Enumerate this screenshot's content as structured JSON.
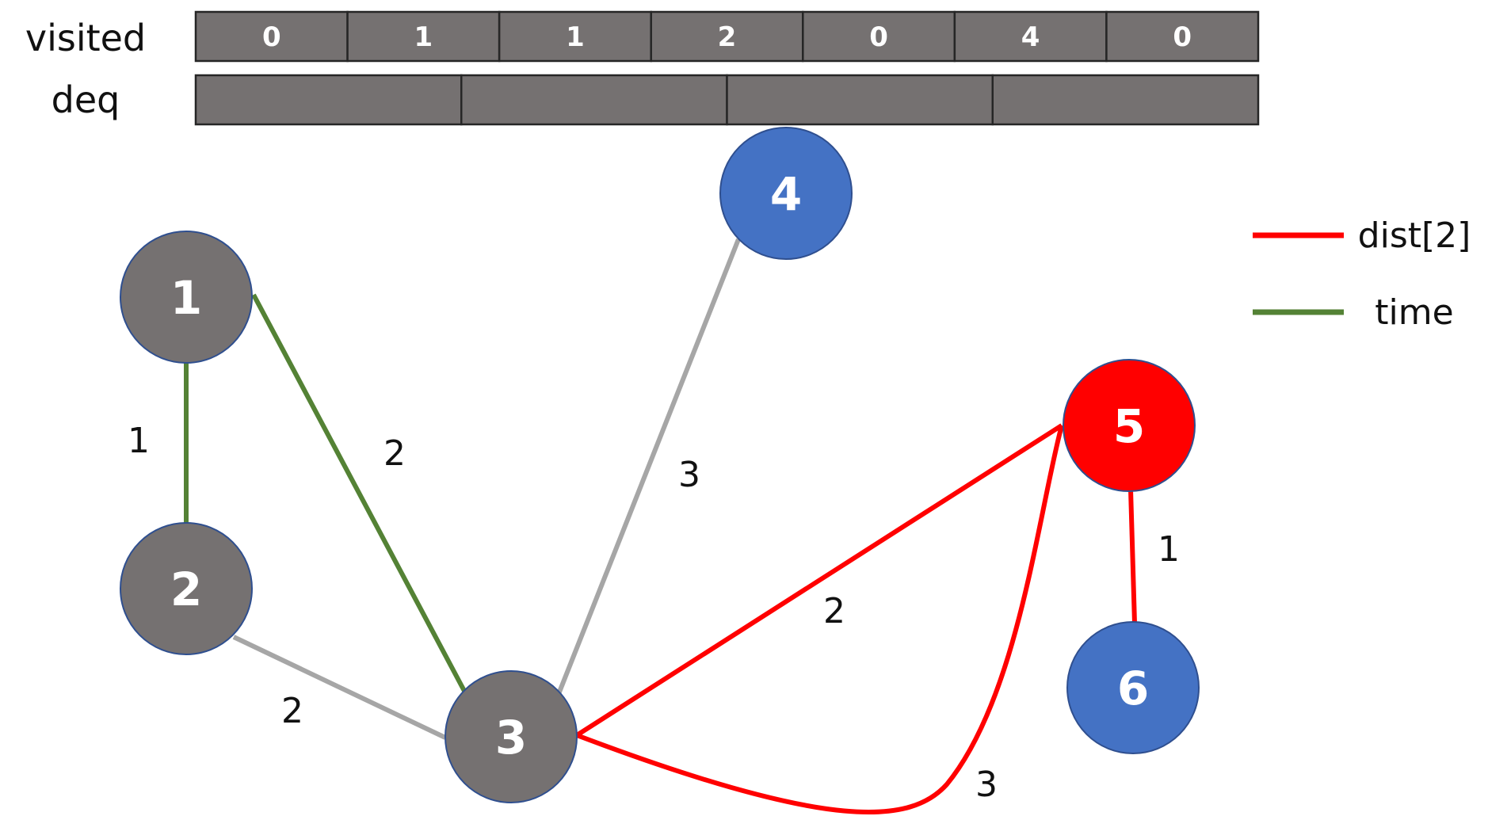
{
  "arrays": {
    "visited": {
      "label": "visited",
      "values": [
        "0",
        "1",
        "1",
        "2",
        "0",
        "4",
        "0"
      ]
    },
    "deq": {
      "label": "deq",
      "values": [
        "",
        "",
        "",
        ""
      ]
    }
  },
  "graph": {
    "nodes": [
      {
        "id": "1",
        "label": "1",
        "color": "#757171"
      },
      {
        "id": "2",
        "label": "2",
        "color": "#757171"
      },
      {
        "id": "3",
        "label": "3",
        "color": "#757171"
      },
      {
        "id": "4",
        "label": "4",
        "color": "#4472C4"
      },
      {
        "id": "5",
        "label": "5",
        "color": "#FF0000"
      },
      {
        "id": "6",
        "label": "6",
        "color": "#4472C4"
      }
    ],
    "edges": [
      {
        "from": "1",
        "to": "2",
        "weight": "1",
        "color": "#548235"
      },
      {
        "from": "1",
        "to": "3",
        "weight": "2",
        "color": "#548235"
      },
      {
        "from": "2",
        "to": "3",
        "weight": "2",
        "color": "#A6A6A6"
      },
      {
        "from": "3",
        "to": "4",
        "weight": "3",
        "color": "#A6A6A6"
      },
      {
        "from": "3",
        "to": "5",
        "weight": "2",
        "color": "#FF0000"
      },
      {
        "from": "3",
        "to": "5",
        "weight": "3",
        "color": "#FF0000",
        "curved": true
      },
      {
        "from": "5",
        "to": "6",
        "weight": "1",
        "color": "#FF0000"
      }
    ]
  },
  "legend": [
    {
      "label": "dist[2]",
      "color": "#FF0000"
    },
    {
      "label": "time",
      "color": "#548235"
    }
  ],
  "colors": {
    "cell_fill": "#757171",
    "cell_border": "#262626"
  }
}
